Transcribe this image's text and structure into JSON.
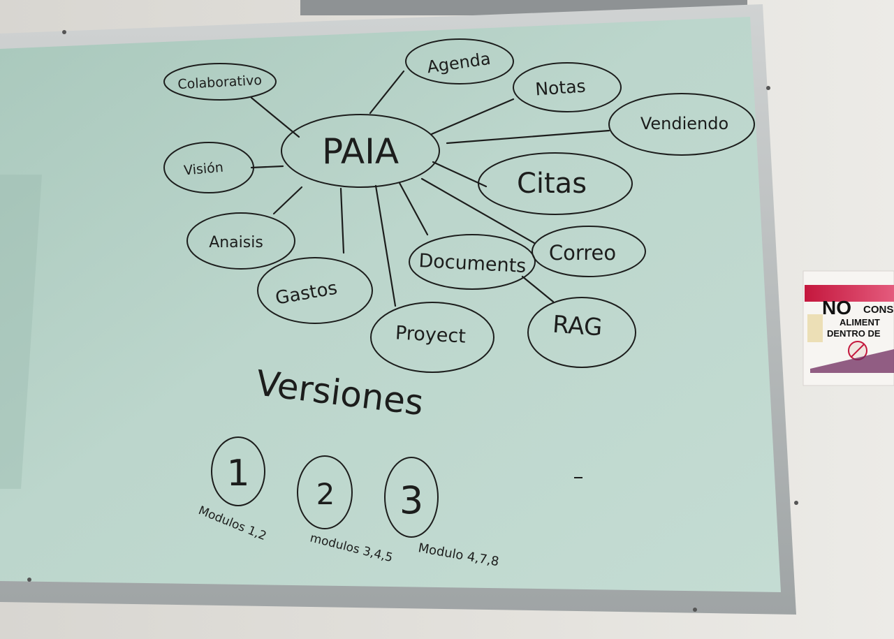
{
  "whiteboard": {
    "center_node": "PAIA",
    "nodes": [
      {
        "id": "colaborativo",
        "label": "Colaborativo"
      },
      {
        "id": "agenda",
        "label": "Agenda"
      },
      {
        "id": "notas",
        "label": "Notas"
      },
      {
        "id": "vendiendo",
        "label": "Vendiendo"
      },
      {
        "id": "vision",
        "label": "Visión"
      },
      {
        "id": "citas",
        "label": "Citas"
      },
      {
        "id": "analisis",
        "label": "Anaisis"
      },
      {
        "id": "correo",
        "label": "Correo"
      },
      {
        "id": "documents",
        "label": "Documents"
      },
      {
        "id": "gastos",
        "label": "Gastos"
      },
      {
        "id": "rag",
        "label": "RAG"
      },
      {
        "id": "proyect",
        "label": "Proyect"
      }
    ],
    "versions_heading": "Versiones",
    "versions": [
      {
        "number": "1",
        "note": "Modulos 1,2"
      },
      {
        "number": "2",
        "note": "modulos 3,4,5"
      },
      {
        "number": "3",
        "note": "Modulo 4,7,8"
      }
    ]
  },
  "sign": {
    "line1": "NO",
    "line1_rest": "CONS",
    "line2": "ALIMENT",
    "line3": "DENTRO DE"
  },
  "colors": {
    "board": "#b7d3c8",
    "frame": "#b8bcbd",
    "marker": "#1c1d1c",
    "sign_red": "#c4173d",
    "wall": "#e4e2dd"
  }
}
